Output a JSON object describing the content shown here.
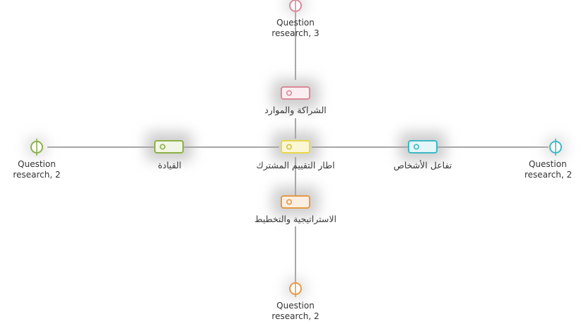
{
  "diagram": {
    "center": {
      "label": "اطار التقييم المشترك",
      "color": "#e8d84a"
    },
    "top": {
      "label": "الشراكة والموارد",
      "color": "#d98a9b"
    },
    "left": {
      "label": "القيادة",
      "color": "#8db04a"
    },
    "right": {
      "label": "تفاعل الأشخاص",
      "color": "#3eb8c6"
    },
    "bottom": {
      "label": "الاستراتيجية والتخطيط",
      "color": "#e49a48"
    }
  },
  "terminals": {
    "top": {
      "line1": "Question",
      "line2": "research, 3",
      "color": "#d98a9b"
    },
    "left": {
      "line1": "Question",
      "line2": "research, 2",
      "color": "#8db04a"
    },
    "right": {
      "line1": "Question",
      "line2": "research, 2",
      "color": "#3eb8c6"
    },
    "bottom": {
      "line1": "Question",
      "line2": "research, 2",
      "color": "#e49a48"
    }
  },
  "connector_color": "#8a8a8a"
}
